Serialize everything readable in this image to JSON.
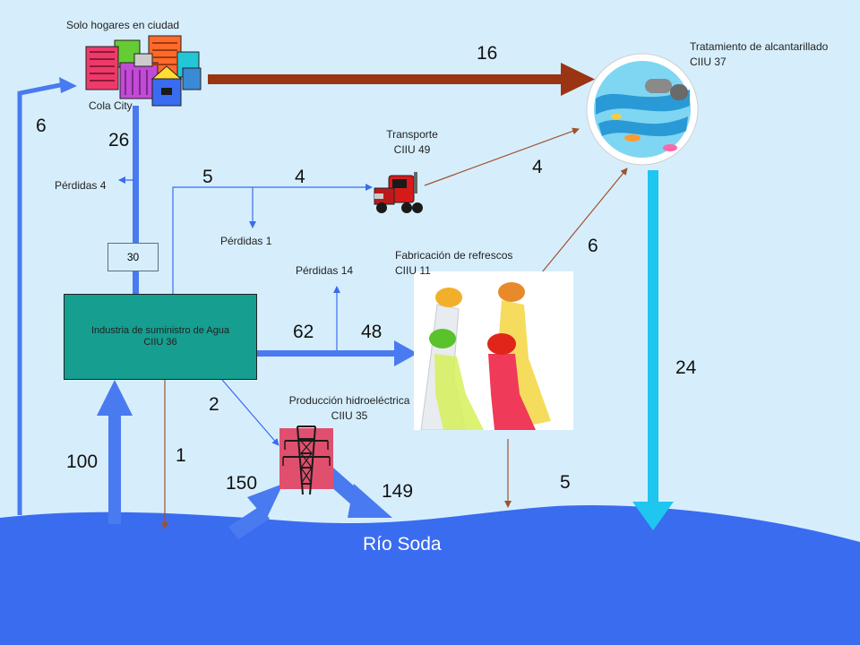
{
  "nodes": {
    "households": {
      "title": "Solo hogares en ciudad",
      "sub": "Cola City"
    },
    "treatment": {
      "line1": "Tratamiento de alcantarillado",
      "line2": "CIIU 37"
    },
    "transport": {
      "line1": "Transporte",
      "line2": "CIIU 49"
    },
    "softdrinks": {
      "line1": "Fabricación de refrescos",
      "line2": "CIIU 11"
    },
    "water_industry": {
      "line1": "Industria de suministro de Agua",
      "line2": "CIIU 36"
    },
    "hydro": {
      "line1": "Producción hidroeléctrica",
      "line2": "CIIU 35"
    },
    "river": {
      "name": "Río Soda"
    }
  },
  "losses": {
    "l4": "Pérdidas 4",
    "l1": "Pérdidas 1",
    "l14": "Pérdidas 14"
  },
  "flows": {
    "households_to_treatment": "16",
    "river_to_households": "6",
    "industry_to_households": "26",
    "box_value": "30",
    "branch_left": "5",
    "branch_right": "4",
    "transport_to_treatment": "4",
    "softdrinks_to_treatment": "6",
    "treatment_to_river": "24",
    "industry_out": "62",
    "to_softdrinks": "48",
    "to_hydro": "2",
    "industry_to_river": "1",
    "river_to_industry": "100",
    "river_to_hydro": "150",
    "hydro_to_river": "149",
    "softdrinks_to_river": "5"
  },
  "colors": {
    "background": "#d6eefc",
    "river": "#3a6cf0",
    "pipe_blue": "#4a7af0",
    "brown_arrow": "#9b3412",
    "thin_brown": "#a0522d",
    "industry": "#169e90",
    "treatment_out": "#1ec6f0",
    "hydro_box": "#e0506e"
  }
}
